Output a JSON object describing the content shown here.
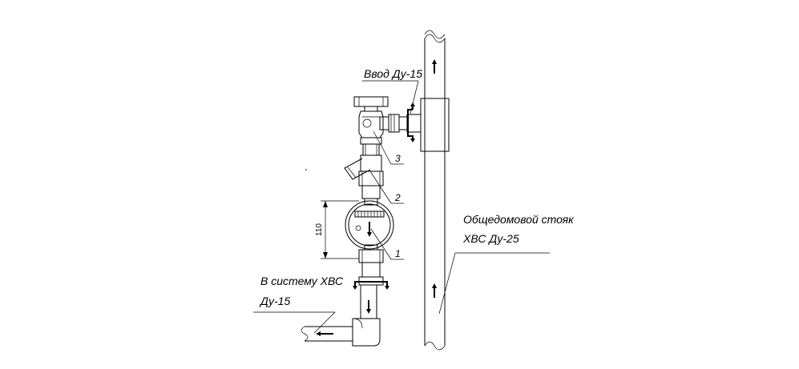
{
  "labels": {
    "inlet": "Ввод Ду-15",
    "riser_line1": "Общедомовой стояк",
    "riser_line2": "ХВС Ду-25",
    "outlet_line1": "В систему ХВС",
    "outlet_line2": "Ду-15"
  },
  "callouts": {
    "meter": "1",
    "filter": "2",
    "valve": "3"
  },
  "dimension": {
    "meter_length": "110"
  }
}
